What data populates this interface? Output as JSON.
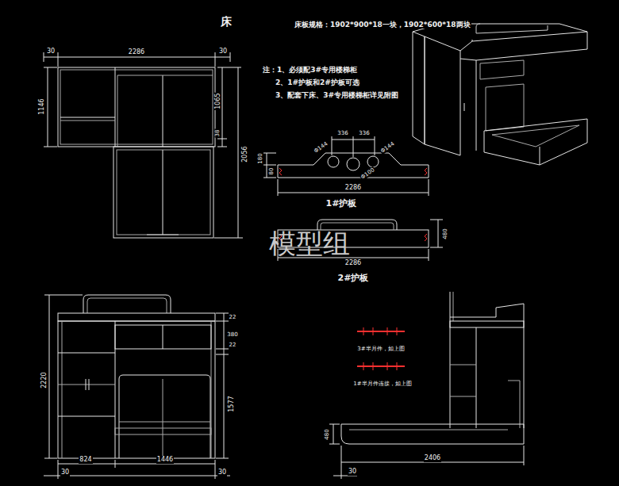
{
  "diagram": {
    "title": "床",
    "labels": [
      "床板规格：1902*900*18一块，1902*600*18两块",
      "注：1、必须配3#专用楼梯柜",
      "2、1#护板和2#护板可选",
      "3、配套下床、3#专用楼梯柜详见附图",
      "30",
      "2286",
      "30",
      "1146",
      "1065",
      "38",
      "2056",
      "336",
      "336",
      "Φ144",
      "Φ100",
      "Φ144",
      "180",
      "80",
      "2286",
      "1#护板",
      "480",
      "2286",
      "2#护板",
      "模型组",
      "2220",
      "22",
      "380",
      "22",
      "1577",
      "824",
      "1446",
      "30",
      "30",
      "3#半月件，如上图",
      "1#半月件连接，如上图",
      "480",
      "2406",
      "30"
    ]
  }
}
